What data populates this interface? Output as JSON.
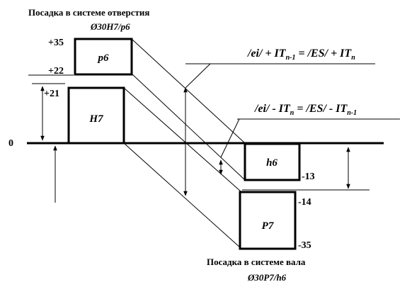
{
  "titles": {
    "hole_system": "Посадка в системе отверстия",
    "hole_system_fit": "Ø30H7/p6",
    "shaft_system": "Посадка в системе вала",
    "shaft_system_fit": "Ø30P7/h6"
  },
  "zero_label": "0",
  "boxes": {
    "p6": {
      "label": "p6",
      "upper": "+35",
      "lower": "+22"
    },
    "H7": {
      "label": "H7",
      "upper": "+21"
    },
    "h6": {
      "label": "h6",
      "lower": "-13"
    },
    "P7": {
      "label": "P7",
      "upper": "-14",
      "lower": "-35"
    }
  },
  "formulas": {
    "top": {
      "l1": "/ei/",
      "l2": " + IT",
      "l2_sub": "n-1",
      "l3": " = ",
      "l4": "/ES/",
      "l5": " + IT",
      "l5_sub": "n"
    },
    "bottom": {
      "l1": "/ei/",
      "l2": " - IT",
      "l2_sub": "n",
      "l3": " = ",
      "l4": "/ES/",
      "l5": " - IT",
      "l5_sub": "n-1"
    }
  },
  "colors": {
    "ink": "#000000",
    "background": "#ffffff"
  }
}
